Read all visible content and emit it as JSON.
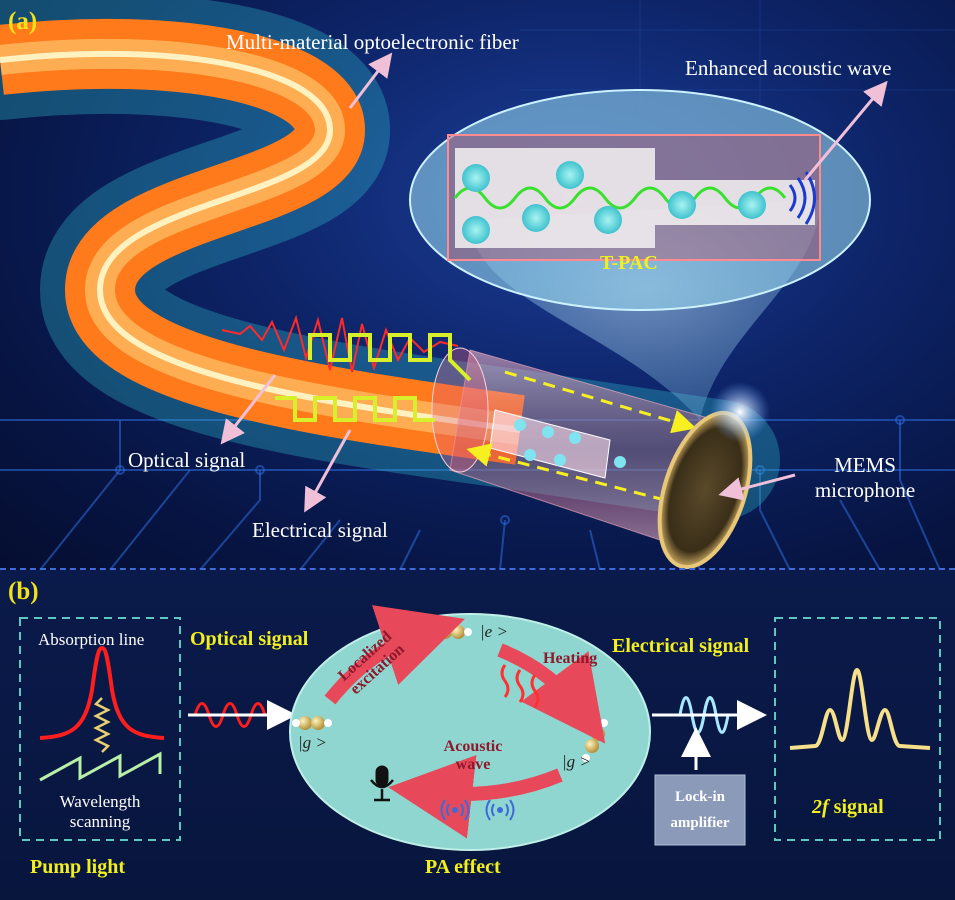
{
  "panel_a": {
    "tag": "(a)",
    "fiber_label": "Multi-material optoelectronic fiber",
    "wave_label": "Enhanced acoustic wave",
    "tpac_label": "T-PAC",
    "optical_label": "Optical signal",
    "electrical_label": "Electrical signal",
    "mems_line1": "MEMS",
    "mems_line2": "microphone"
  },
  "panel_b": {
    "tag": "(b)",
    "absorption_label": "Absorption line",
    "wavelength_line1": "Wavelength",
    "wavelength_line2": "scanning",
    "pump_label": "Pump light",
    "optical_label": "Optical signal",
    "localized_line1": "Localized",
    "localized_line2": "excitation",
    "heating_label": "Heating",
    "acoustic_line1": "Acoustic",
    "acoustic_line2": "wave",
    "ground_state_1": "|g >",
    "excited_state": "|e >",
    "ground_state_2": "|g >",
    "pa_label": "PA effect",
    "electrical_label": "Electrical signal",
    "lockin_line1": "Lock-in",
    "lockin_line2": "amplifier",
    "twof_italic": "2f",
    "twof_rest": " signal"
  },
  "colors": {
    "tag_yellow": "#f2e21a",
    "label_yellow": "#f2ef1e",
    "fiber_orange": "#ff7a1a",
    "fiber_jacket": "#2fb7c9",
    "signal_green": "#d8f02a",
    "wave_green": "#39e02e",
    "optical_red": "#ff2a2a",
    "arrow_pink": "#f0c0d8",
    "ellipse_teal": "#8fd6d0",
    "excitation_arrow": "#e8495a"
  }
}
